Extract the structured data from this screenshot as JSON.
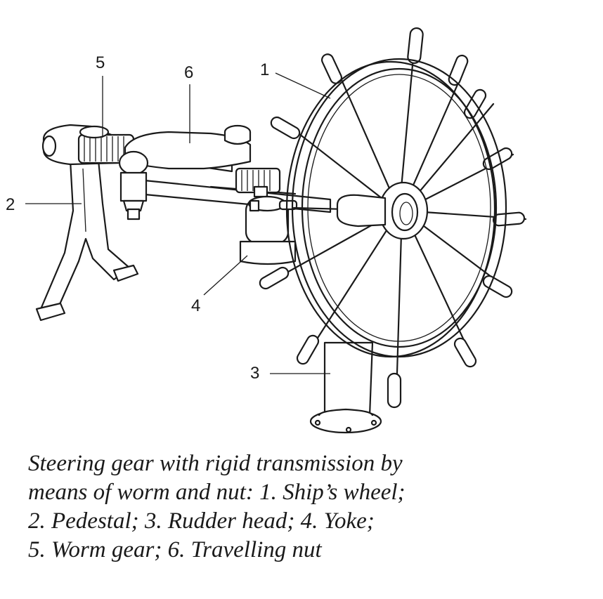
{
  "diagram": {
    "callouts": [
      {
        "id": "1",
        "text": "1"
      },
      {
        "id": "2",
        "text": "2"
      },
      {
        "id": "3",
        "text": "3"
      },
      {
        "id": "4",
        "text": "4"
      },
      {
        "id": "5",
        "text": "5"
      },
      {
        "id": "6",
        "text": "6"
      }
    ],
    "caption": [
      "Steering gear with rigid transmission by",
      "means of worm and nut: 1. Ship’s wheel;",
      "2. Pedestal; 3. Rudder head; 4. Yoke;",
      "5. Worm gear; 6. Travelling nut"
    ]
  }
}
